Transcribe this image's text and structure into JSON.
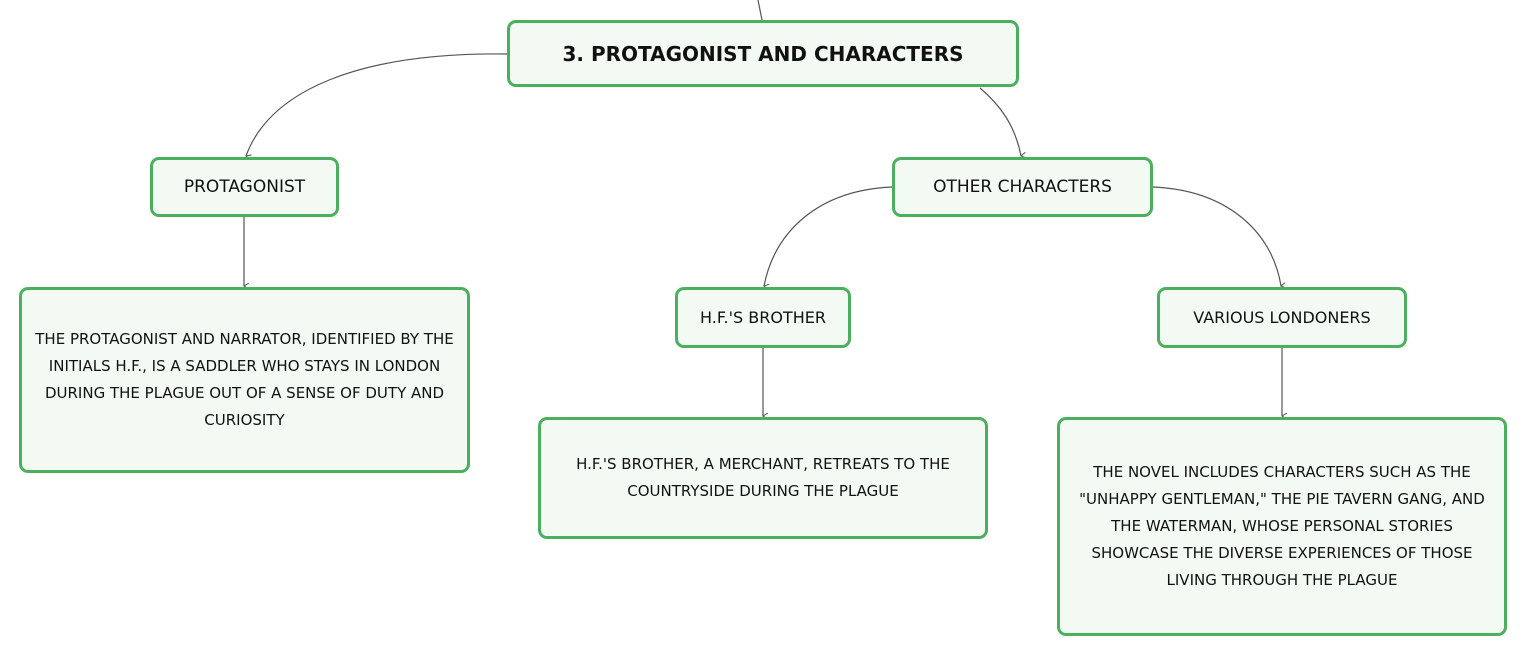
{
  "mindmap": {
    "root": {
      "label": "3. PROTAGONIST AND CHARACTERS"
    },
    "protagonist": {
      "label": "PROTAGONIST",
      "description": "THE PROTAGONIST AND NARRATOR, IDENTIFIED BY THE INITIALS H.F., IS A SADDLER WHO STAYS IN LONDON DURING THE PLAGUE OUT OF A SENSE OF DUTY AND CURIOSITY"
    },
    "other_characters": {
      "label": "OTHER CHARACTERS",
      "brother": {
        "label": "H.F.'S BROTHER",
        "description": "H.F.'S BROTHER, A MERCHANT, RETREATS TO THE COUNTRYSIDE DURING THE PLAGUE"
      },
      "londoners": {
        "label": "VARIOUS LONDONERS",
        "description": "THE NOVEL INCLUDES CHARACTERS SUCH AS THE \"UNHAPPY GENTLEMAN,\" THE PIE TAVERN GANG, AND THE WATERMAN, WHOSE PERSONAL STORIES SHOWCASE THE DIVERSE EXPERIENCES OF THOSE LIVING THROUGH THE PLAGUE"
      }
    }
  },
  "colors": {
    "node_border": "#4caf5d",
    "node_fill": "#f3faf4",
    "connector": "#555555"
  }
}
